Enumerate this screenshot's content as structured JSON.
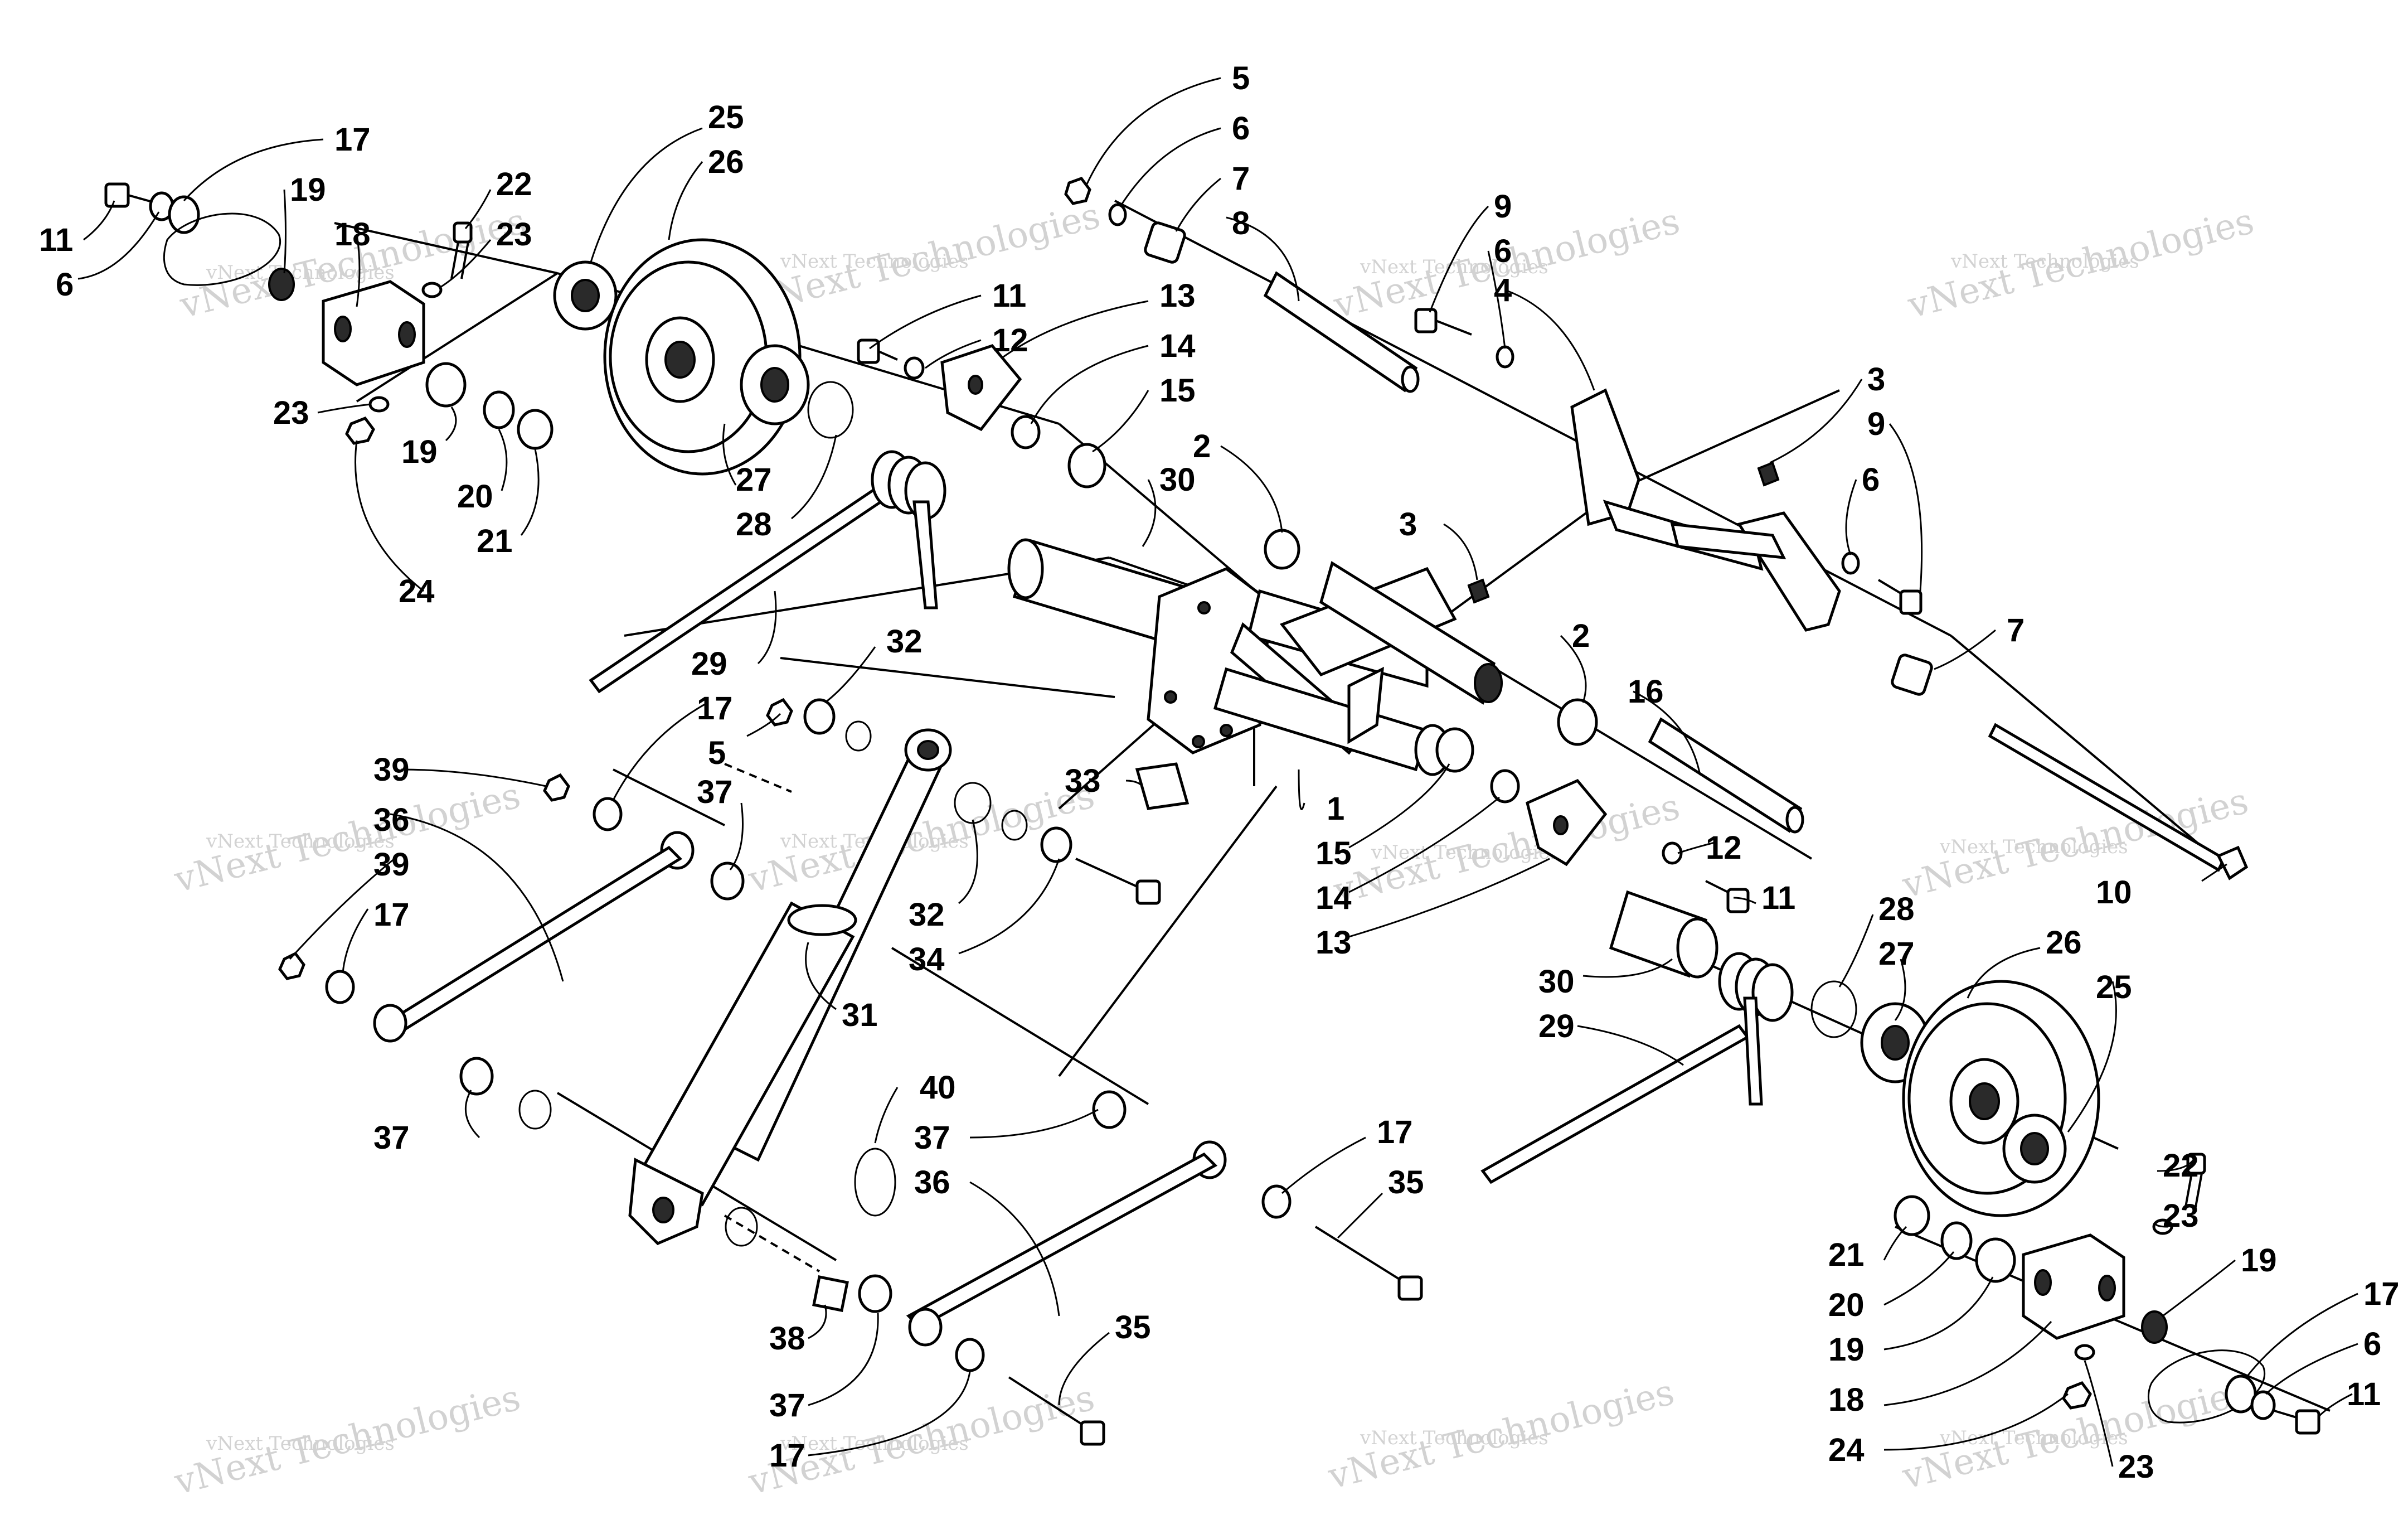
{
  "watermark": {
    "text_small": "vNext Technologies",
    "text_large": "vNext\nTechnologies"
  },
  "callouts": [
    {
      "id": "c1",
      "label": "11"
    },
    {
      "id": "c2",
      "label": "6"
    },
    {
      "id": "c3",
      "label": "17"
    },
    {
      "id": "c4",
      "label": "19"
    },
    {
      "id": "c5",
      "label": "18"
    },
    {
      "id": "c6",
      "label": "22"
    },
    {
      "id": "c7",
      "label": "23"
    },
    {
      "id": "c8",
      "label": "25"
    },
    {
      "id": "c9",
      "label": "26"
    },
    {
      "id": "c10",
      "label": "23"
    },
    {
      "id": "c11",
      "label": "19"
    },
    {
      "id": "c12",
      "label": "20"
    },
    {
      "id": "c13",
      "label": "21"
    },
    {
      "id": "c14",
      "label": "24"
    },
    {
      "id": "c15",
      "label": "27"
    },
    {
      "id": "c16",
      "label": "28"
    },
    {
      "id": "c17",
      "label": "29"
    },
    {
      "id": "c18",
      "label": "11"
    },
    {
      "id": "c19",
      "label": "12"
    },
    {
      "id": "c20",
      "label": "13"
    },
    {
      "id": "c21",
      "label": "14"
    },
    {
      "id": "c22",
      "label": "15"
    },
    {
      "id": "c23",
      "label": "30"
    },
    {
      "id": "c24",
      "label": "5"
    },
    {
      "id": "c25",
      "label": "6"
    },
    {
      "id": "c26",
      "label": "7"
    },
    {
      "id": "c27",
      "label": "8"
    },
    {
      "id": "c28",
      "label": "9"
    },
    {
      "id": "c29",
      "label": "6"
    },
    {
      "id": "c30",
      "label": "4"
    },
    {
      "id": "c31",
      "label": "2"
    },
    {
      "id": "c32",
      "label": "3"
    },
    {
      "id": "c33",
      "label": "3"
    },
    {
      "id": "c34",
      "label": "9"
    },
    {
      "id": "c35",
      "label": "6"
    },
    {
      "id": "c36",
      "label": "7"
    },
    {
      "id": "c37",
      "label": "2"
    },
    {
      "id": "c38",
      "label": "16"
    },
    {
      "id": "c39",
      "label": "32"
    },
    {
      "id": "c40",
      "label": "17"
    },
    {
      "id": "c41",
      "label": "5"
    },
    {
      "id": "c42",
      "label": "39"
    },
    {
      "id": "c43",
      "label": "36"
    },
    {
      "id": "c44",
      "label": "37"
    },
    {
      "id": "c45",
      "label": "39"
    },
    {
      "id": "c46",
      "label": "17"
    },
    {
      "id": "c47",
      "label": "33"
    },
    {
      "id": "c48",
      "label": "1"
    },
    {
      "id": "c49",
      "label": "15"
    },
    {
      "id": "c50",
      "label": "14"
    },
    {
      "id": "c51",
      "label": "13"
    },
    {
      "id": "c52",
      "label": "12"
    },
    {
      "id": "c53",
      "label": "11"
    },
    {
      "id": "c54",
      "label": "10"
    },
    {
      "id": "c55",
      "label": "32"
    },
    {
      "id": "c56",
      "label": "34"
    },
    {
      "id": "c57",
      "label": "31"
    },
    {
      "id": "c58",
      "label": "30"
    },
    {
      "id": "c59",
      "label": "29"
    },
    {
      "id": "c60",
      "label": "28"
    },
    {
      "id": "c61",
      "label": "27"
    },
    {
      "id": "c62",
      "label": "26"
    },
    {
      "id": "c63",
      "label": "25"
    },
    {
      "id": "c64",
      "label": "37"
    },
    {
      "id": "c65",
      "label": "40"
    },
    {
      "id": "c66",
      "label": "37"
    },
    {
      "id": "c67",
      "label": "36"
    },
    {
      "id": "c68",
      "label": "17"
    },
    {
      "id": "c69",
      "label": "35"
    },
    {
      "id": "c70",
      "label": "22"
    },
    {
      "id": "c71",
      "label": "23"
    },
    {
      "id": "c72",
      "label": "21"
    },
    {
      "id": "c73",
      "label": "20"
    },
    {
      "id": "c74",
      "label": "19"
    },
    {
      "id": "c75",
      "label": "19"
    },
    {
      "id": "c76",
      "label": "17"
    },
    {
      "id": "c77",
      "label": "6"
    },
    {
      "id": "c78",
      "label": "11"
    },
    {
      "id": "c79",
      "label": "18"
    },
    {
      "id": "c80",
      "label": "24"
    },
    {
      "id": "c81",
      "label": "23"
    },
    {
      "id": "c82",
      "label": "38"
    },
    {
      "id": "c83",
      "label": "37"
    },
    {
      "id": "c84",
      "label": "17"
    },
    {
      "id": "c85",
      "label": "35"
    }
  ]
}
